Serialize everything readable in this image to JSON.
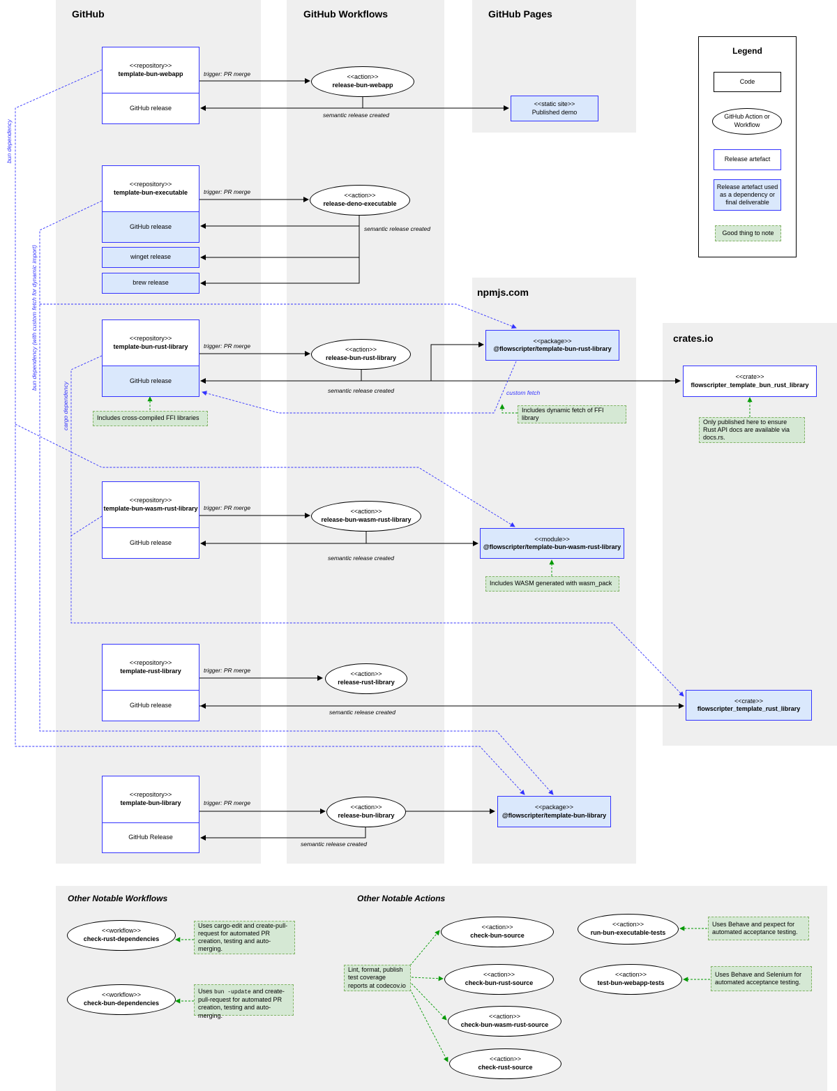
{
  "lanes": {
    "github": "GitHub",
    "workflows": "GitHub Workflows",
    "pages": "GitHub Pages",
    "npm": "npmjs.com",
    "crates": "crates.io"
  },
  "legend": {
    "title": "Legend",
    "code": "Code",
    "action_line1": "GitHub Action or",
    "action_line2": "Workflow",
    "artefact": "Release artefact",
    "dep_line1": "Release artefact used",
    "dep_line2": "as a dependency or",
    "dep_line3": "final deliverable",
    "note": "Good thing to note"
  },
  "stereotypes": {
    "repository": "<<repository>>",
    "action": "<<action>>",
    "workflow": "<<workflow>>",
    "package": "<<package>>",
    "module": "<<module>>",
    "crate": "<<crate>>",
    "static_site": "<<static site>>"
  },
  "common": {
    "github_release": "GitHub release",
    "github_release_cap": "GitHub Release",
    "trigger": "trigger: PR merge",
    "semantic": "semantic release created"
  },
  "repos": {
    "webapp": "template-bun-webapp",
    "executable": "template-bun-executable",
    "rust_library": "template-bun-rust-library",
    "wasm": "template-bun-wasm-rust-library",
    "pure_rust": "template-rust-library",
    "bun_library": "template-bun-library"
  },
  "actions": {
    "webapp": "release-bun-webapp",
    "executable": "release-deno-executable",
    "rust_library": "release-bun-rust-library",
    "wasm": "release-bun-wasm-rust-library",
    "pure_rust": "release-rust-library",
    "bun_library": "release-bun-library"
  },
  "artefacts": {
    "published_demo": "Published demo",
    "winget": "winget release",
    "brew": "brew release",
    "pkg_rust": "@flowscripter/template-bun-rust-library",
    "mod_wasm": "@flowscripter/template-bun-wasm-rust-library",
    "pkg_bun": "@flowscripter/template-bun-library",
    "crate_bun_rust": "flowscripter_template_bun_rust_library",
    "crate_rust": "flowscripter_template_rust_library"
  },
  "notes": {
    "ffi": "Includes cross-compiled FFI libraries",
    "dynamic_fetch": "Includes dynamic fetch of FFI library",
    "rust_docs": "Only published here to ensure Rust API docs are available via docs.rs.",
    "wasm": "Includes WASM generated with wasm_pack",
    "cargo_edit": "Uses cargo-edit and create-pull-request for automated PR creation, testing and auto-merging.",
    "bun_update_pre": "Uses ",
    "bun_update_code": "bun -update",
    "bun_update_post": " and create-pull-request for automated PR creation, testing and auto-merging.",
    "lint": "Lint, format, publish test coverage reports at codecov.io",
    "behave_pexpect": "Uses Behave and pexpect for automated acceptance testing.",
    "behave_selenium": "Uses Behave and Selenium for automated acceptance testing."
  },
  "edges": {
    "bun_dependency": "bun dependency",
    "bun_dependency_custom": "bun dependency (with custom fetch for dynamic import)",
    "cargo_dependency": "cargo dependency",
    "custom_fetch": "custom fetch"
  },
  "bottom": {
    "workflows_title": "Other Notable Workflows",
    "actions_title": "Other Notable Actions",
    "wf_rust": "check-rust-dependencies",
    "wf_bun": "check-bun-dependencies",
    "act_bun_source": "check-bun-source",
    "act_bun_rust_source": "check-bun-rust-source",
    "act_wasm_source": "check-bun-wasm-rust-source",
    "act_rust_source": "check-rust-source",
    "act_exec_tests": "run-bun-executable-tests",
    "act_webapp_tests": "test-bun-webapp-tests"
  }
}
